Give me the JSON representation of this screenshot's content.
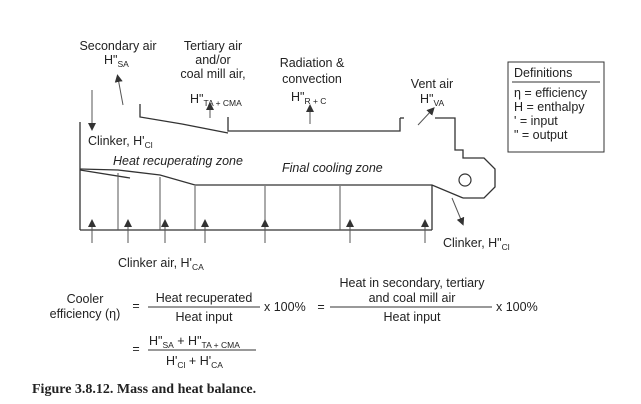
{
  "labels": {
    "secondary_air": "Secondary air",
    "secondary_air_h": "H\"",
    "secondary_air_sub": "SA",
    "tertiary_line1": "Tertiary air",
    "tertiary_line2": "and/or",
    "tertiary_line3": "coal mill air,",
    "tertiary_h": "H\"",
    "tertiary_sub": "TA + CMA",
    "radiation_line1": "Radiation &",
    "radiation_line2": "convection",
    "radiation_h": "H\"",
    "radiation_sub": "R + C",
    "vent_air": "Vent air",
    "vent_h": "H\"",
    "vent_sub": "VA",
    "clinker_in": "Clinker, H'",
    "clinker_in_sub": "Cl",
    "heat_recup_zone": "Heat recuperating zone",
    "final_cooling_zone": "Final cooling zone",
    "clinker_out": "Clinker, H\"",
    "clinker_out_sub": "Cl",
    "clinker_air": "Clinker air, H'",
    "clinker_air_sub": "CA"
  },
  "definitions": {
    "title": "Definitions",
    "items": [
      "η = efficiency",
      "H = enthalpy",
      "' = input",
      "\" = output"
    ]
  },
  "equation": {
    "lhs_line1": "Cooler",
    "lhs_line2": "efficiency (η)",
    "eq": "=",
    "frac1_num": "Heat recuperated",
    "frac1_den": "Heat input",
    "times": "x 100%",
    "eq2": "=",
    "frac2_num_line1": "Heat in secondary, tertiary",
    "frac2_num_line2": "and coal mill air",
    "frac2_den": "Heat input",
    "times2": "x 100%",
    "eq3": "=",
    "frac3_num_a": "H\"",
    "frac3_num_a_sub": "SA",
    "frac3_num_plus": " + H\"",
    "frac3_num_b_sub": "TA + CMA",
    "frac3_den_a": "H'",
    "frac3_den_a_sub": "Cl",
    "frac3_den_plus": " + H'",
    "frac3_den_b_sub": "CA"
  },
  "caption": "Figure 3.8.12. Mass and heat balance."
}
